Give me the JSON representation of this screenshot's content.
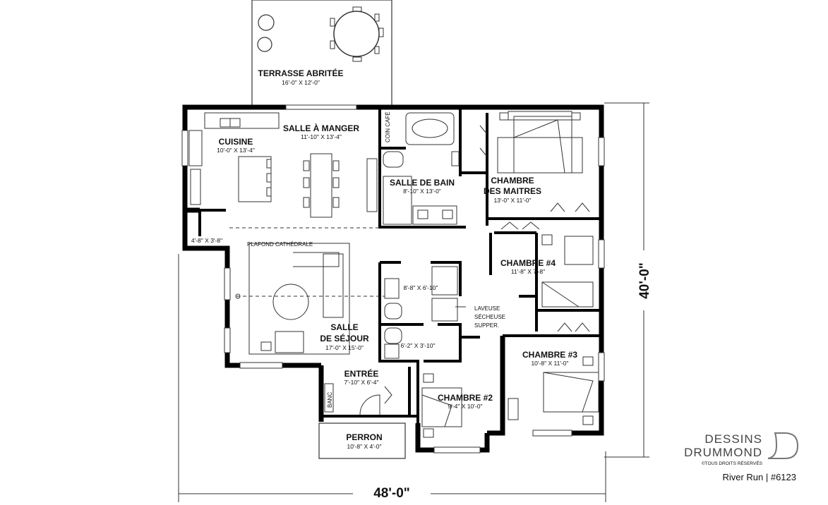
{
  "rooms": {
    "terrasse": {
      "name": "TERRASSE ABRITÉE",
      "dim": "16'-0\" X 12'-0\""
    },
    "cuisine": {
      "name": "CUISINE",
      "dim": "10'-0\" X 13'-4\""
    },
    "salle_manger": {
      "name": "SALLE À MANGER",
      "dim": "11'-10\" X 13'-4\""
    },
    "salle_bain": {
      "name": "SALLE DE BAIN",
      "dim": "8'-10\" X 13'-0\""
    },
    "chambre_maitres": {
      "name1": "CHAMBRE",
      "name2": "DES MAITRES",
      "dim": "13'-0\" X 11'-0\""
    },
    "chambre4": {
      "name": "CHAMBRE #4",
      "dim": "11'-8\" X 7'-8\""
    },
    "salle_sejour": {
      "name1": "SALLE",
      "name2": "DE SÉJOUR",
      "dim": "17'-0\" X 15'-0\""
    },
    "chambre3": {
      "name": "CHAMBRE #3",
      "dim": "10'-8\" X 11'-0\""
    },
    "entree": {
      "name": "ENTRÉE",
      "dim": "7'-10\" X 6'-4\""
    },
    "chambre2": {
      "name": "CHAMBRE #2",
      "dim": "9'-4\" X 10'-0\""
    },
    "perron": {
      "name": "PERRON",
      "dim": "10'-8\" X 4'-0\""
    }
  },
  "labels": {
    "coin_cafe": "COIN CAFÉ",
    "plafond": "PLAFOND CATHÉDRALE",
    "garde_robe": "4'-8\" X 3'-8\"",
    "salle_eau": "8'-8\" X 6'-10\"",
    "wc": "6'-2\" X 3'-10\"",
    "laveuse1": "LAVEUSE",
    "laveuse2": "SÉCHEUSE",
    "laveuse3": "SUPPER.",
    "banc": "BANC"
  },
  "dimensions": {
    "width": "48'-0\"",
    "depth": "40'-0\""
  },
  "branding": {
    "line1": "DESSINS",
    "line2": "DRUMMOND",
    "copyright": "©TOUS DROITS RÉSERVÉS",
    "plan_name": "River Run | #6123"
  }
}
